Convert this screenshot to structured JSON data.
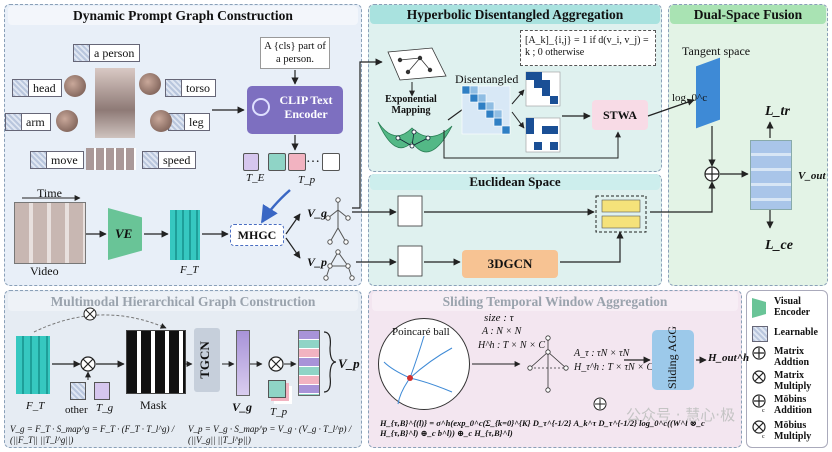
{
  "titles": {
    "dpgc": "Dynamic Prompt Graph Construction",
    "hda": "Hyperbolic Disentangled Aggregation",
    "dsf": "Dual-Space Fusion",
    "mhgc": "Multimodal Hierarchical Graph Construction",
    "stwa_section": "Sliding Temporal Window Aggregation",
    "euclid": "Euclidean Space"
  },
  "dpgc": {
    "prompts": [
      "a person",
      "head",
      "torso",
      "arm",
      "leg",
      "move",
      "speed"
    ],
    "template_text": "A {cls} part of a person.",
    "clip_label": "CLIP Text Encoder",
    "te_label": "T_E",
    "tp_label": "T_p",
    "time_label": "Time",
    "video_label": "Video",
    "ve_label": "VE",
    "ft_label": "F_T",
    "mhgc_label": "MHGC",
    "vg_label": "V_g",
    "vp_label": "V_p"
  },
  "hda": {
    "exp_map_label": "Exponential Mapping",
    "disentangled_label": "Disentangled",
    "formula": "[A_k]_{i,j} = 1 if d(v_i, v_j) = k ; 0 otherwise",
    "stwa_label": "STWA"
  },
  "dsf": {
    "tangent_label": "Tangent space",
    "log_label": "log_0^c",
    "ltr_label": "L_tr",
    "lce_label": "L_ce",
    "vout_label": "V_out"
  },
  "euclid": {
    "gcn_label": "3DGCN"
  },
  "mhgc": {
    "ft_label": "F_T",
    "other_label": "other",
    "tg_label": "T_g",
    "mask_label": "Mask",
    "tgcn_label": "TGCN",
    "vg_label": "V_g",
    "tp_label": "T_p",
    "vp_label": "V_p",
    "eq_left": "V_g = F_T · S_map^g = F_T · (F_T · T_l^g) / (||F_T|| ||T_l^g||)",
    "eq_right": "V_p = V_g · S_map^p = V_g · (V_g · T_l^p) / (||V_g|| ||T_l^p||)"
  },
  "stwa": {
    "poincare_label": "Poincaré ball",
    "size_label": "size : τ",
    "a_dim": "A : N × N",
    "h_dim": "H^h : T × N × C",
    "ar_dim": "A_τ : τN × τN",
    "hr_dim": "H_τ^h : T × τN × C",
    "sliding_label": "Sliding AGG",
    "hout_label": "H_out^h",
    "formula": "H_{τ,B}^{(l)} = σ^h(exp_0^c(Σ_{k=0}^{K} D_τ^{-1/2} A_k^τ D_τ^{-1/2} log_0^c((W^l ⊗_c H_{τ,B}^l) ⊕_c b^l)) ⊕_c H_{τ,B}^l)"
  },
  "legend": [
    {
      "label": "Visual Encoder"
    },
    {
      "label": "Learnable"
    },
    {
      "label": "Matrix Addtion"
    },
    {
      "label": "Matrix Multiply"
    },
    {
      "label": "Möbins Addition"
    },
    {
      "label": "Möbius Multiply"
    }
  ],
  "watermark": "公众号 · 慧心·极",
  "colors": {
    "dpgc_bg": "#e8eff8",
    "hda_bg": "#dff1ef",
    "dsf_bg": "#e3f3e6",
    "mhgc_bg": "#e6ecf3",
    "stwa_bg": "#f3e6f0",
    "ve_green": "#69c497",
    "gcn_orange": "#f7c393",
    "stwa_pink": "#f8dbe6",
    "clip_purple": "#7d6fc0",
    "teal": "#3ecbc2"
  }
}
